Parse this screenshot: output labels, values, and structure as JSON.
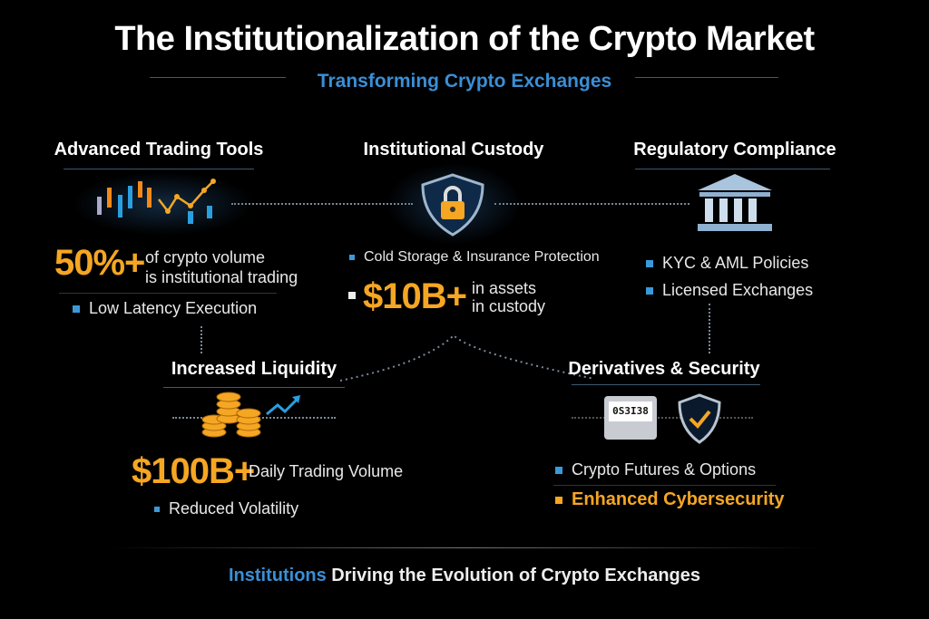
{
  "title": "The Institutionalization of the Crypto Market",
  "subtitle": "Transforming Crypto Exchanges",
  "trading": {
    "heading": "Advanced Trading Tools",
    "stat": "50%+",
    "stat_text1": "of crypto volume",
    "stat_text2": "is institutional trading",
    "bullet": "Low Latency Execution"
  },
  "custody": {
    "heading": "Institutional Custody",
    "bullet": "Cold Storage & Insurance Protection",
    "stat": "$10B+",
    "stat_text1": "in assets",
    "stat_text2": "in custody"
  },
  "compliance": {
    "heading": "Regulatory Compliance",
    "bullets": [
      "KYC & AML Policies",
      "Licensed Exchanges"
    ]
  },
  "liquidity": {
    "heading": "Increased Liquidity",
    "stat": "$100B+",
    "stat_text": "Daily Trading Volume",
    "bullet": "Reduced Volatility"
  },
  "derivatives": {
    "heading": "Derivatives & Security",
    "ticker": "0S3I38",
    "bullets": [
      "Crypto Futures & Options",
      "Enhanced Cybersecurity"
    ]
  },
  "footer": {
    "highlight": "Institutions",
    "rest": " Driving the Evolution of Crypto Exchanges"
  },
  "colors": {
    "accent_orange": "#f5a623",
    "accent_blue": "#3a8fd6"
  }
}
